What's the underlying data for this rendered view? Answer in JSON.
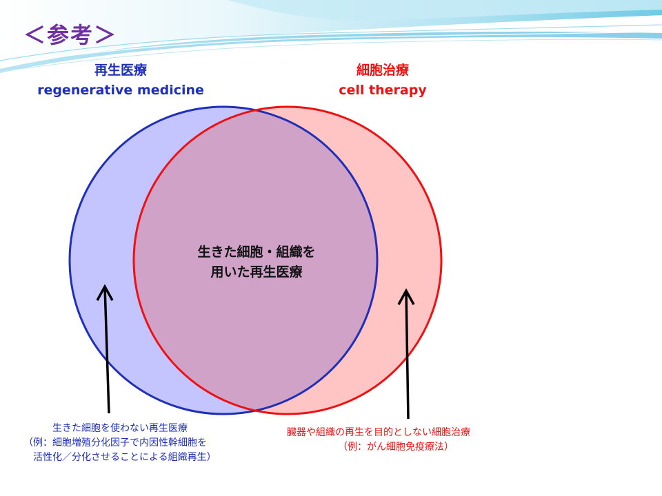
{
  "slide": {
    "title": "＜参考＞"
  },
  "left_circle": {
    "label_ja": "再生医療",
    "label_en": "regenerative medicine",
    "color": "#1f2fb8",
    "fill": "#c4c4ff"
  },
  "right_circle": {
    "label_ja": "細胞治療",
    "label_en": "cell therapy",
    "color": "#ee1111",
    "fill": "#ffc4c4"
  },
  "overlap": {
    "line1": "生きた細胞・組織を",
    "line2": "用いた再生医療",
    "fill": "#d0a2c8"
  },
  "left_caption": {
    "line1": "生きた細胞を使わない再生医療",
    "line2": "（例：細胞増殖分化因子で内因性幹細胞を",
    "line3": "活性化／分化させることによる組織再生）"
  },
  "right_caption": {
    "line1": "臓器や組織の再生を目的としない細胞治療",
    "line2": "（例：がん細胞免疫療法）"
  }
}
